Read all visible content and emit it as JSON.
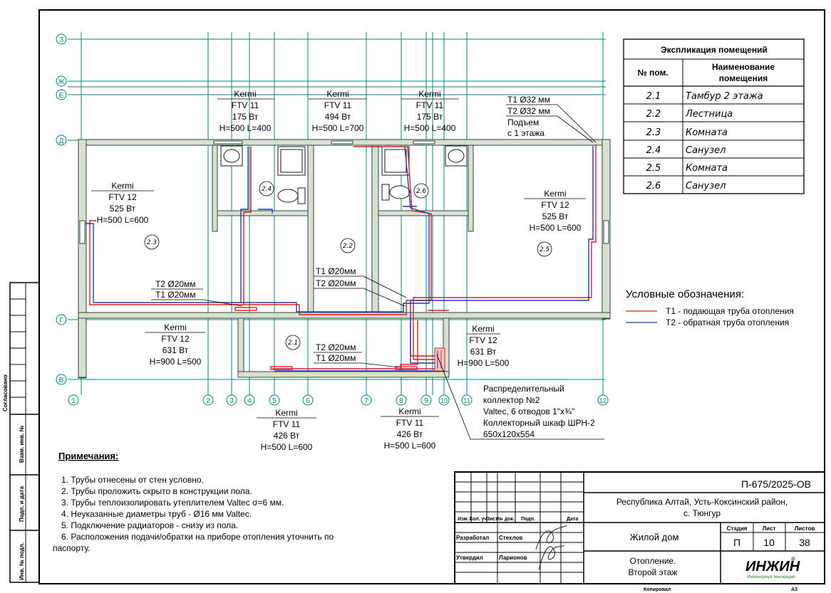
{
  "colors": {
    "grid": "#00867a",
    "wall_fill": "#d8e0d2",
    "wall_stroke": "#2d4a36",
    "supply": "#d62020",
    "return": "#1f3fa8",
    "frame": "#000000"
  },
  "axes": {
    "letters": [
      "З",
      "Ж",
      "Е",
      "Д",
      "Г",
      "В"
    ],
    "numbers": [
      "1",
      "2",
      "3",
      "4",
      "5",
      "6",
      "7",
      "8",
      "9",
      "10",
      "11",
      "12"
    ]
  },
  "rooms": {
    "r21": "2.1",
    "r22": "2.2",
    "r23": "2.3",
    "r24": "2.4",
    "r25": "2.5",
    "r26": "2.6"
  },
  "radiators": [
    {
      "brand": "Kermi",
      "model": "FTV 11",
      "power": "175 Вт",
      "size": "H=500 L=400"
    },
    {
      "brand": "Kermi",
      "model": "FTV 11",
      "power": "494 Вт",
      "size": "H=500 L=700"
    },
    {
      "brand": "Kermi",
      "model": "FTV 11",
      "power": "175 Вт",
      "size": "H=500 L=400"
    },
    {
      "brand": "Kermi",
      "model": "FTV 12",
      "power": "525 Вт",
      "size": "H=500 L=600"
    },
    {
      "brand": "Kermi",
      "model": "FTV 12",
      "power": "525 Вт",
      "size": "H=500 L=600"
    },
    {
      "brand": "Kermi",
      "model": "FTV 12",
      "power": "631 Вт",
      "size": "H=900 L=500"
    },
    {
      "brand": "Kermi",
      "model": "FTV 12",
      "power": "631 Вт",
      "size": "H=900 L=500"
    },
    {
      "brand": "Kermi",
      "model": "FTV 11",
      "power": "426 Вт",
      "size": "H=500 L=600"
    },
    {
      "brand": "Kermi",
      "model": "FTV 11",
      "power": "426 Вт",
      "size": "H=500 L=600"
    }
  ],
  "pipe_labels": {
    "riser_t1": "Т1 Ø32 мм",
    "riser_t2": "Т2 Ø32 мм",
    "riser_note_1": "Подъем",
    "riser_note_2": "с 1 этажа",
    "left_t2": "Т2 Ø20мм",
    "left_t1": "Т1 Ø20мм",
    "mid_t1": "Т1 Ø20мм",
    "mid_t2": "Т2 Ø20мм",
    "low_t2": "Т2 Ø20мм",
    "low_t1": "Т1 Ø20мм"
  },
  "collector": {
    "line1": "Распределительный",
    "line2": "коллектор №2",
    "line3": "Valtec, 6 отводов 1\"x¾\"",
    "line4": "Коллекторный шкаф ШРН-2",
    "line5": "650x120x554"
  },
  "explication": {
    "title": "Экспликация помещений",
    "col_no": "№ пом.",
    "col_name_1": "Наименование",
    "col_name_2": "помещения",
    "rows": [
      {
        "no": "2.1",
        "name": "Тамбур 2 этажа"
      },
      {
        "no": "2.2",
        "name": "Лестница"
      },
      {
        "no": "2.3",
        "name": "Комната"
      },
      {
        "no": "2.4",
        "name": "Санузел"
      },
      {
        "no": "2.5",
        "name": "Комната"
      },
      {
        "no": "2.6",
        "name": "Санузел"
      }
    ]
  },
  "legend": {
    "title": "Условные обозначения:",
    "t1": "Т1 - подающая труба отопления",
    "t2": "Т2 - обратная труба отопления"
  },
  "notes": {
    "title": "Примечания:",
    "items": [
      "1.     Трубы отнесены от стен условно.",
      "2.     Трубы проложить скрыто в конструкции пола.",
      "3.     Трубы теплоизолировать утеплителем Valtec σ=6 мм.",
      "4.     Неуказанные диаметры труб - Ø16 мм Valtec.",
      "5.     Подключение радиаторов - снизу из пола.",
      "6.    Расположения подачи/обратки на приборе отопления уточнить по"
    ],
    "item6_cont": "паспорту."
  },
  "stamp": {
    "code": "П-675/2025-ОВ",
    "address_1": "Республика Алтай, Усть-Коксинский район,",
    "address_2": "с. Тюнгур",
    "building": "Жилой дом",
    "sheet_title_1": "Отопление.",
    "sheet_title_2": "Второй этаж",
    "hdr_izm": "Изм.",
    "hdr_kol": "Кол. уч.",
    "hdr_list": "Лист",
    "hdr_ndoc": "№ док.",
    "hdr_podp": "Подп.",
    "hdr_date": "Дата",
    "role_dev": "Разработал",
    "name_dev": "Стехлов",
    "role_appr": "Утвердил",
    "name_appr": "Ларионов",
    "col_stage": "Стадия",
    "col_sheet": "Лист",
    "col_sheets": "Листов",
    "stage": "П",
    "sheet": "10",
    "sheets": "38",
    "logo": "ИНЖИН",
    "logo_sub": "Инженерные инновации",
    "logo_reg": "®"
  },
  "side": {
    "agreed": "Согласовано",
    "vzam": "Взам. инв. №",
    "podp": "Подп. и дата",
    "inv": "Инв. № подл."
  },
  "footer": {
    "copied": "Копировал",
    "format": "А3"
  }
}
